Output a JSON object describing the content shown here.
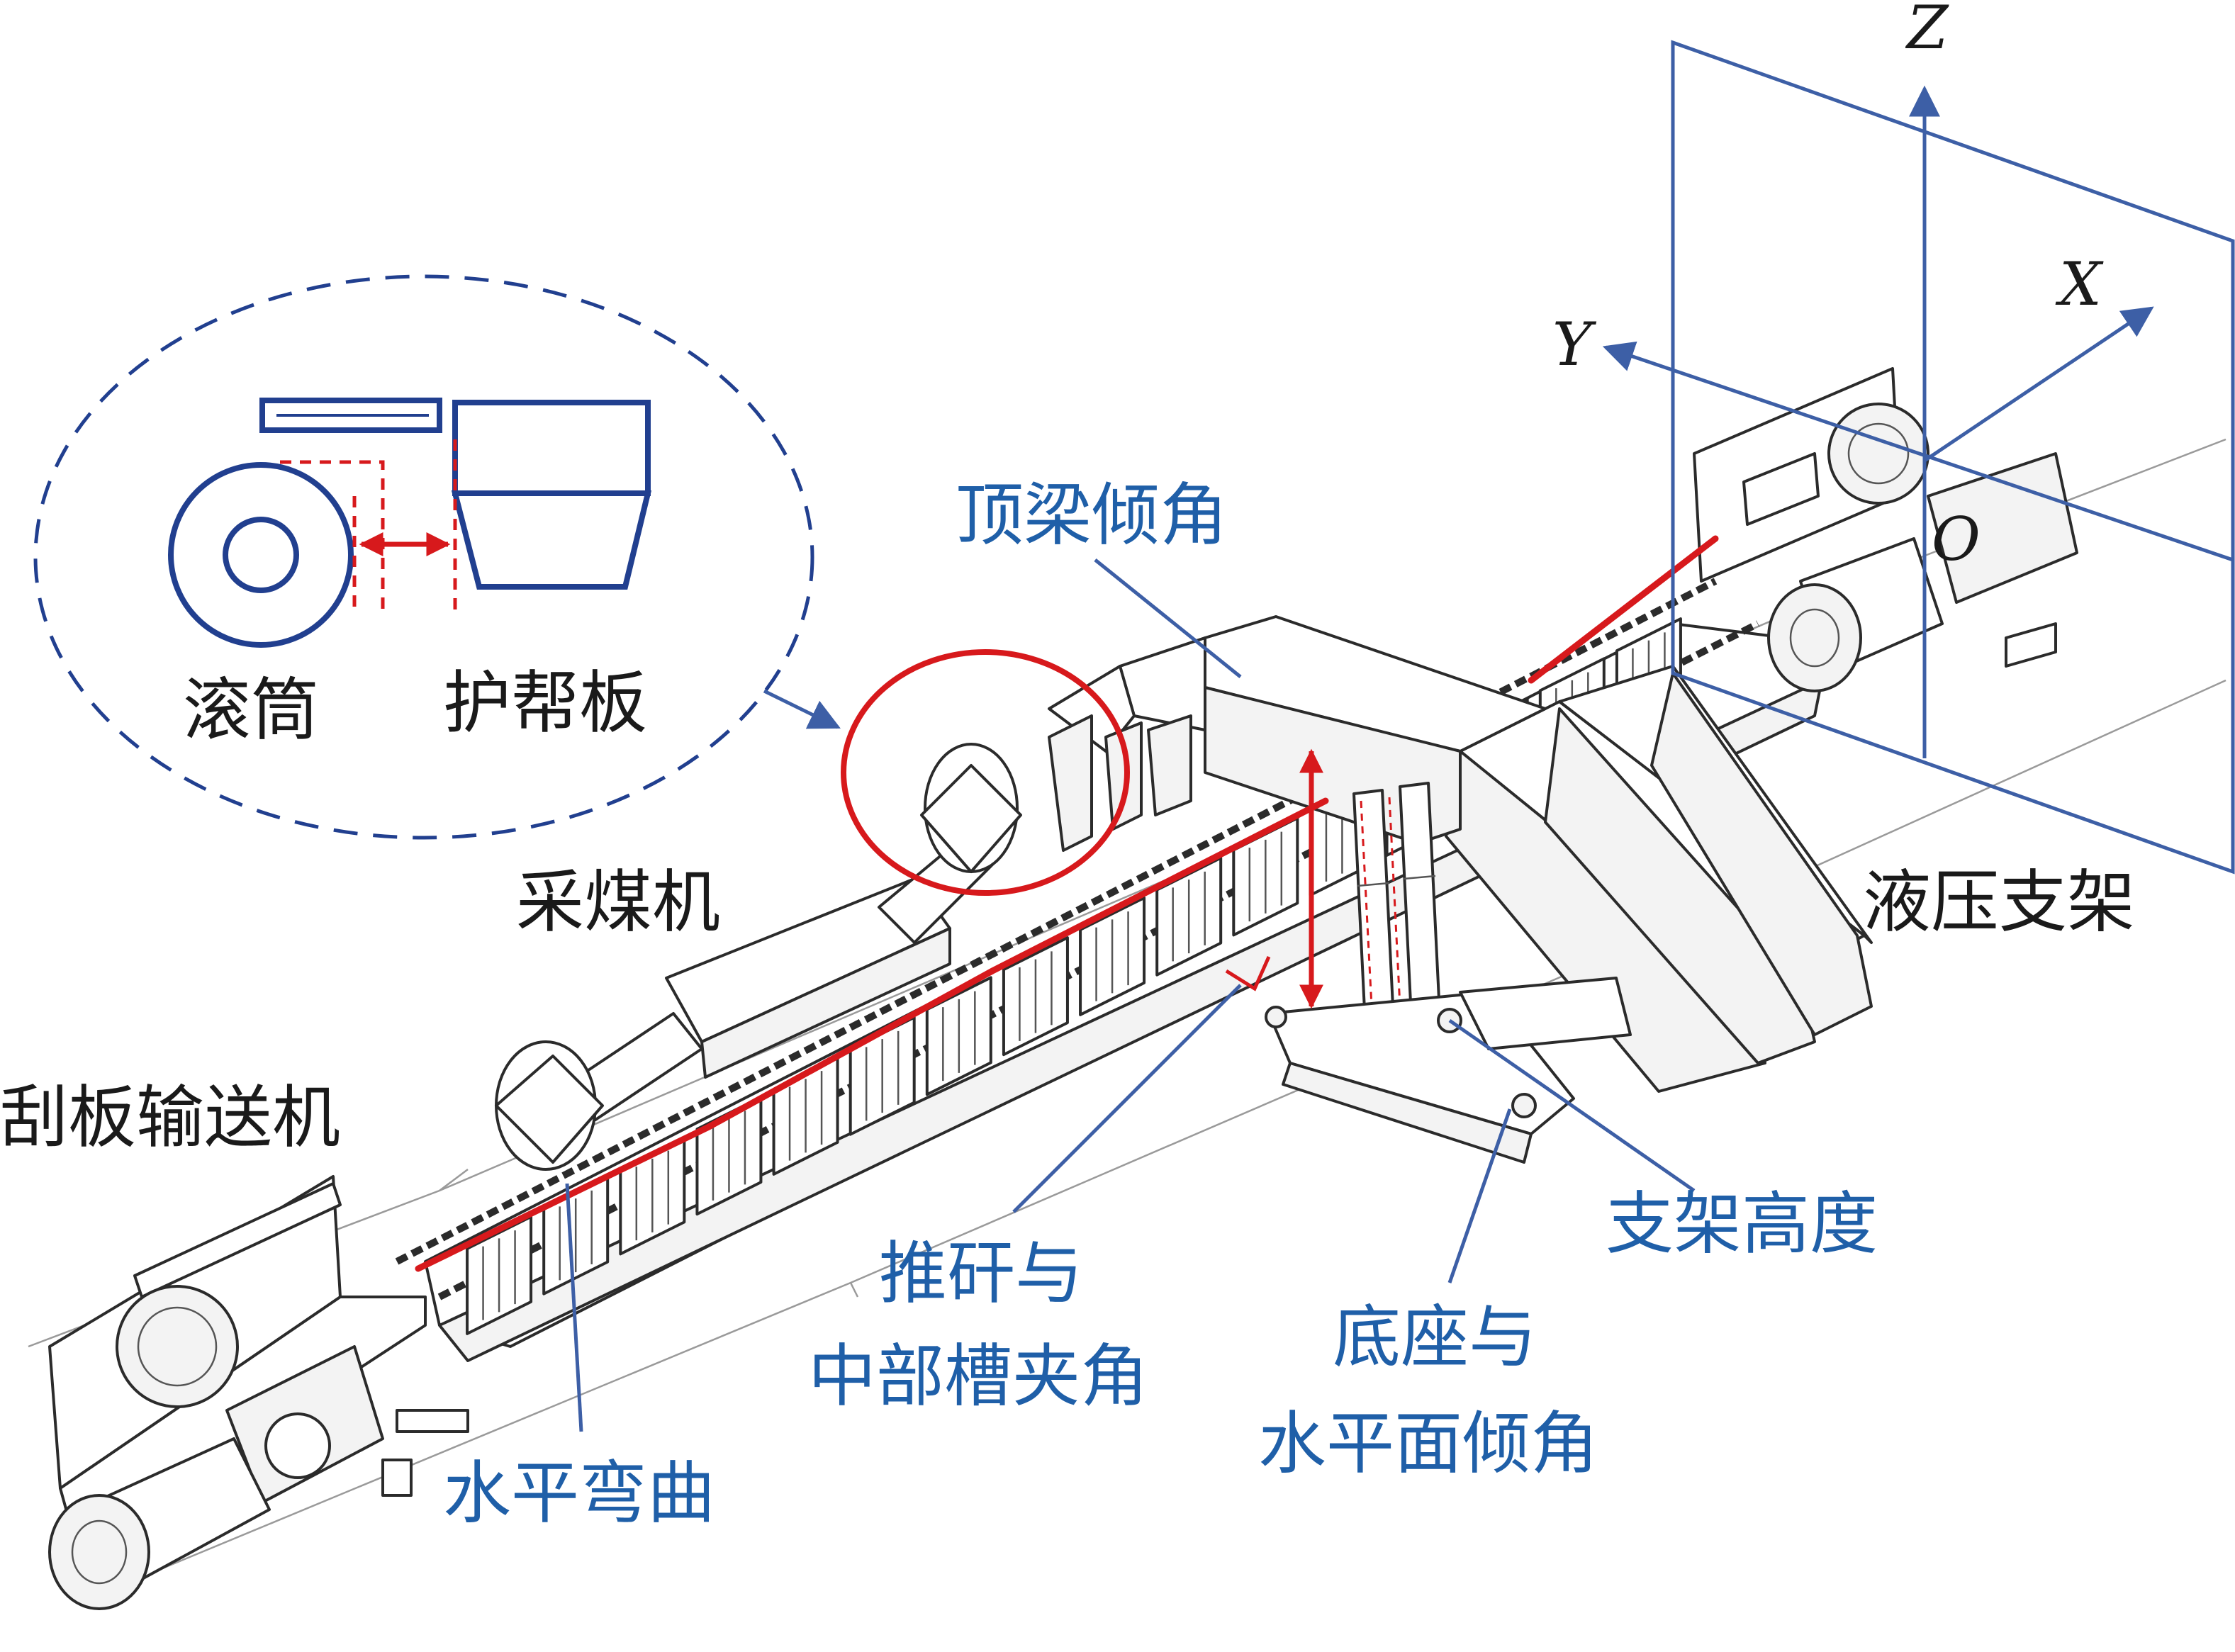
{
  "colors": {
    "label_blue": "#1f5fa8",
    "leader_blue": "#3d5fa6",
    "highlight_red": "#d7191c",
    "detail_navy": "#213f8f",
    "line_black": "#2b2b2b"
  },
  "coordinate_frame": {
    "axis_z": "Z",
    "axis_x": "X",
    "axis_y": "Y",
    "origin": "O"
  },
  "inset": {
    "drum_label": "滚筒",
    "guard_plate_label": "护帮板"
  },
  "labels": {
    "shearer": "采煤机",
    "scraper_conveyor": "刮板输送机",
    "hydraulic_support": "液压支架",
    "canopy_angle": "顶梁倾角",
    "support_height": "支架高度",
    "horizontal_bend": "水平弯曲",
    "push_rod_angle_line1": "推矸与",
    "push_rod_angle_line2": "中部槽夹角",
    "base_angle_line1": "底座与",
    "base_angle_line2": "水平面倾角"
  },
  "icons": {
    "inset_drum": "drum-icon",
    "inset_guard_plate": "guard-plate-icon",
    "shearer_drums": "drum-icon",
    "motors": "motor-icon"
  }
}
